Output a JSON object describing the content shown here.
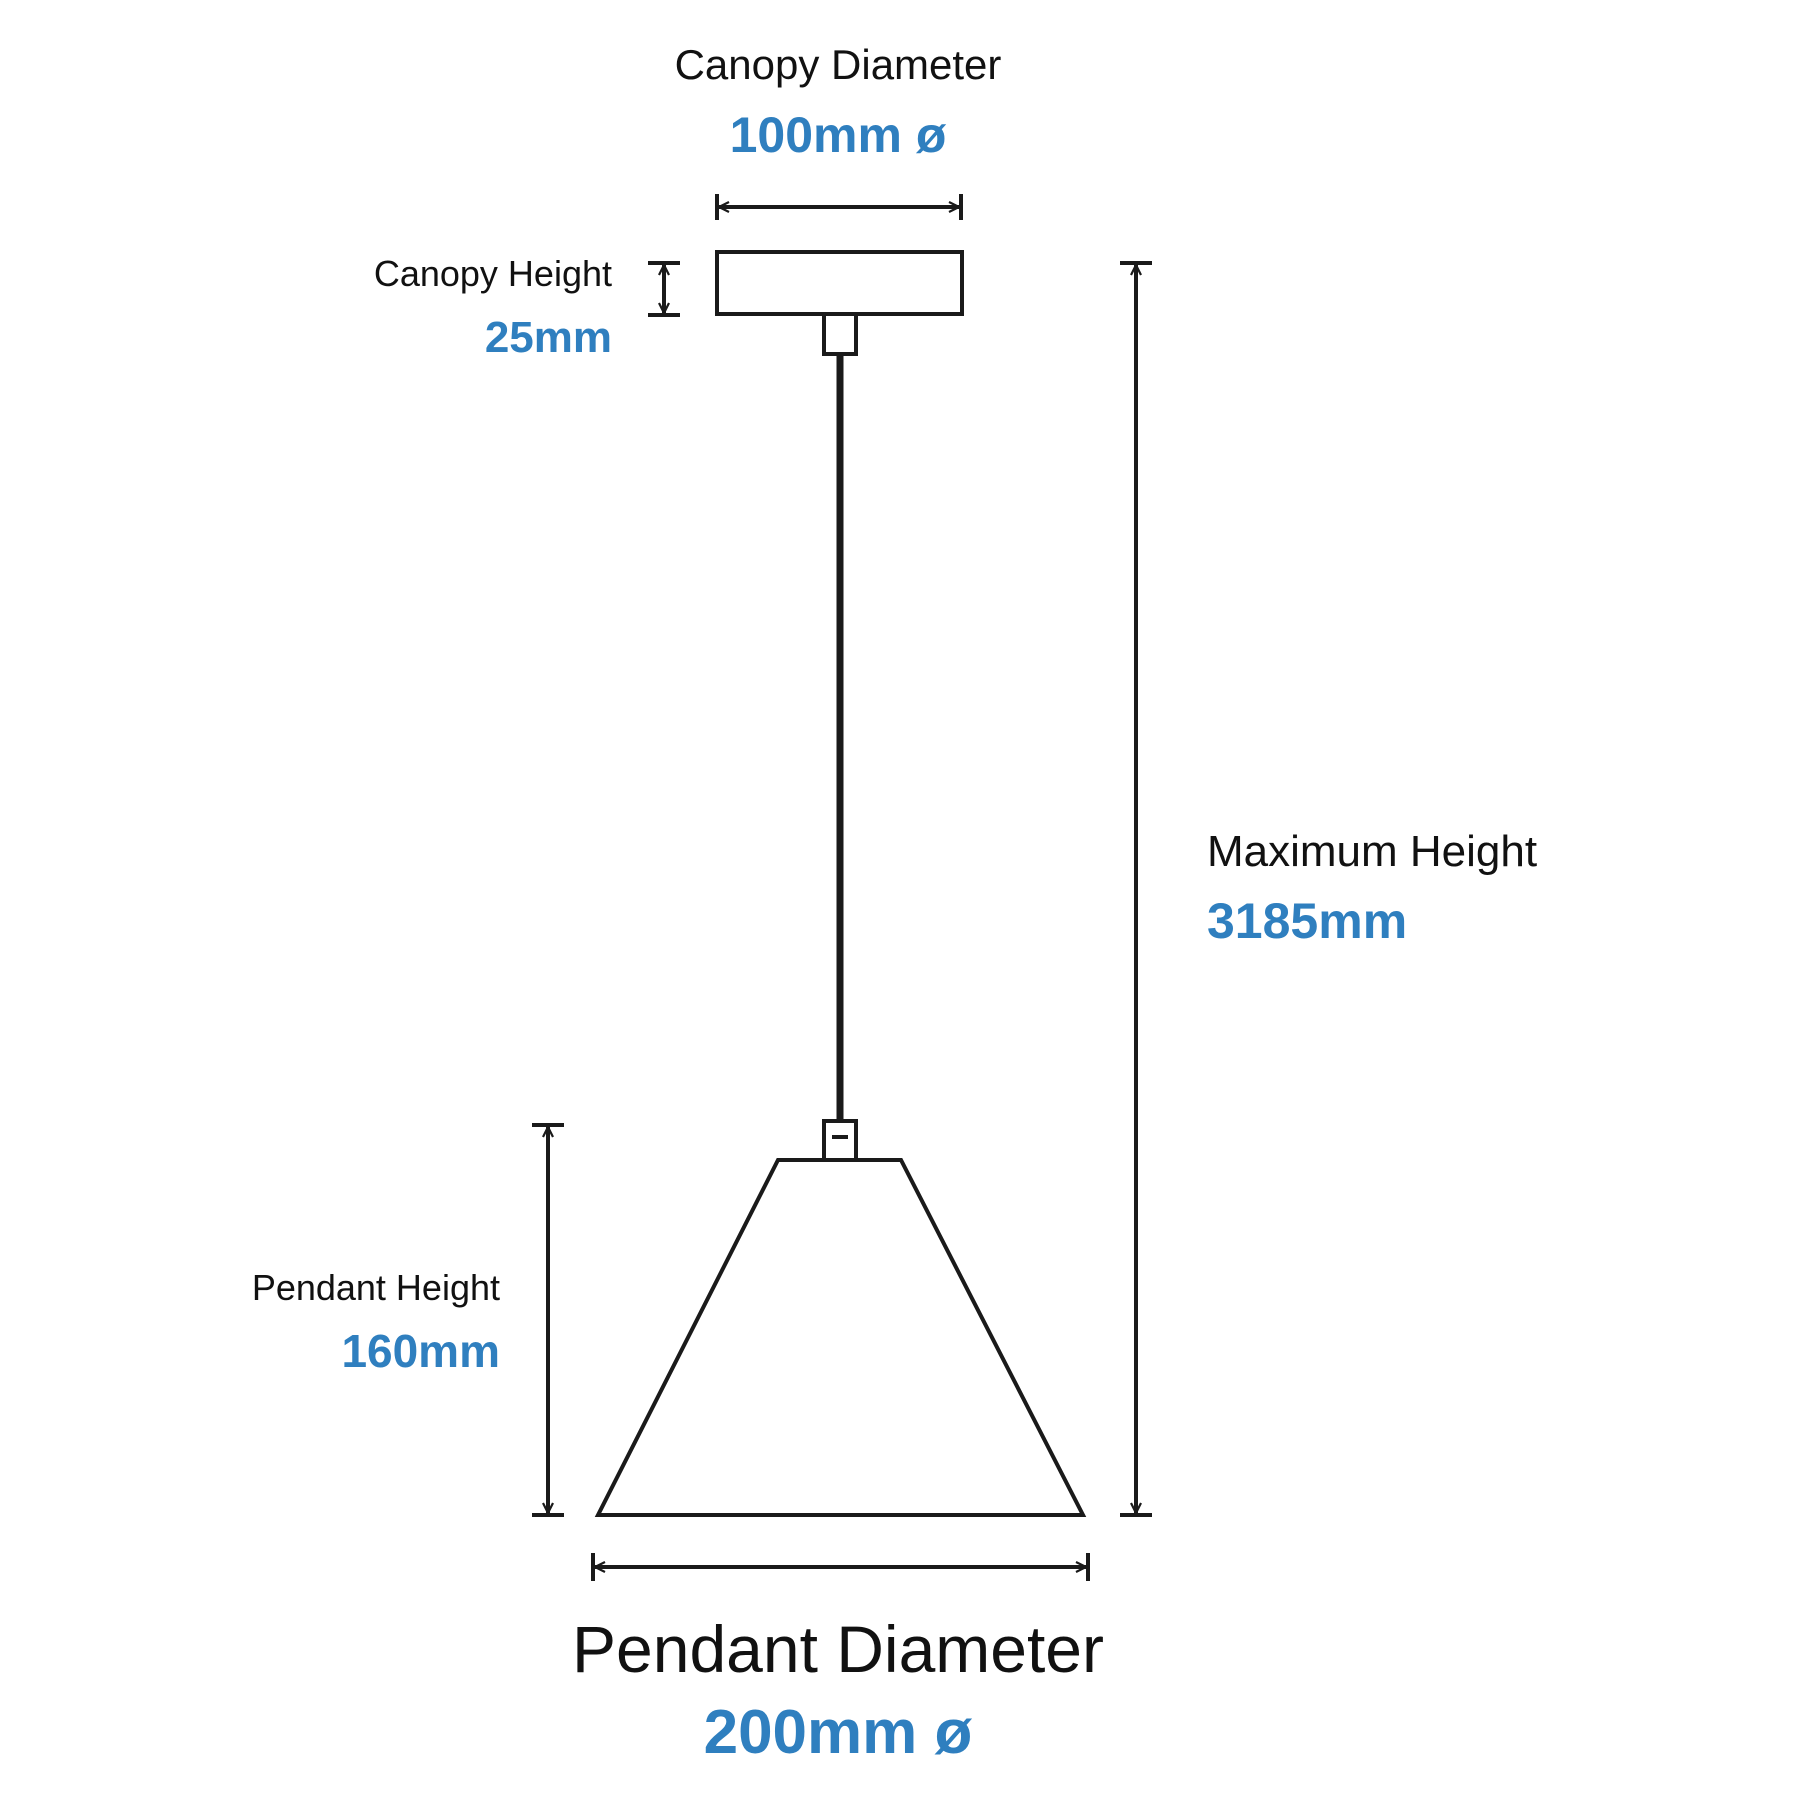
{
  "labels": {
    "canopy_diameter": {
      "name": "Canopy Diameter",
      "value": "100mm ø"
    },
    "canopy_height": {
      "name": "Canopy Height",
      "value": "25mm"
    },
    "maximum_height": {
      "name": "Maximum Height",
      "value": "3185mm"
    },
    "pendant_height": {
      "name": "Pendant Height",
      "value": "160mm"
    },
    "pendant_diameter": {
      "name": "Pendant Diameter",
      "value": "200mm ø"
    }
  },
  "colors": {
    "value_text": "#2f7fbf",
    "line": "#1a1a1a",
    "label_text": "#111111"
  }
}
